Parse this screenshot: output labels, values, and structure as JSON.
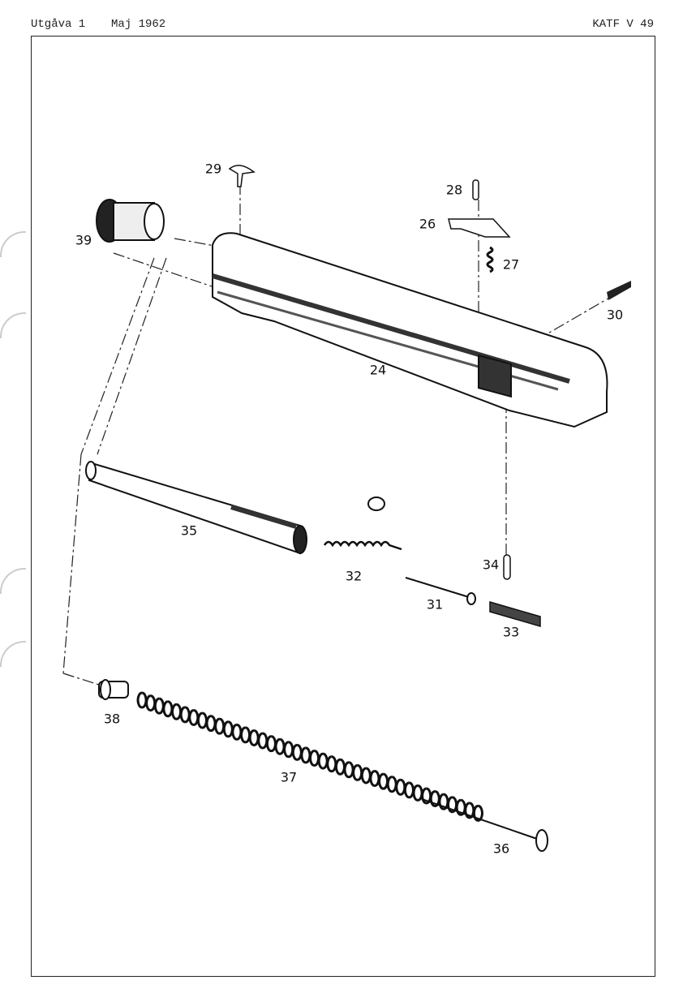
{
  "header": {
    "edition": "Utgåva 1",
    "date": "Maj 1962",
    "doc_id": "KATF V 49"
  },
  "diagram": {
    "parts": {
      "p24": "24",
      "p26": "26",
      "p27": "27",
      "p28": "28",
      "p29": "29",
      "p30": "30",
      "p31": "31",
      "p32": "32",
      "p33": "33",
      "p34": "34",
      "p35": "35",
      "p36": "36",
      "p37": "37",
      "p38": "38",
      "p39": "39"
    }
  }
}
